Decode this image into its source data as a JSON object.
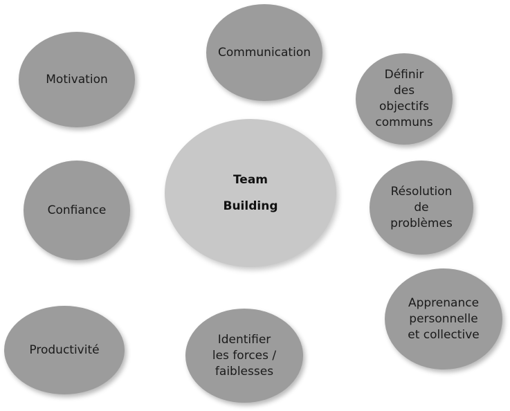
{
  "diagram": {
    "center": {
      "label": "Team\nBuilding"
    },
    "nodes": [
      {
        "id": "communication",
        "label": "Communication"
      },
      {
        "id": "motivation",
        "label": "Motivation"
      },
      {
        "id": "objectifs",
        "label": "Définir\ndes\nobjectifs\ncommuns"
      },
      {
        "id": "confiance",
        "label": "Confiance"
      },
      {
        "id": "resolution",
        "label": "Résolution\nde\nproblèmes"
      },
      {
        "id": "apprenance",
        "label": "Apprenance\npersonnelle\net collective"
      },
      {
        "id": "productivite",
        "label": "Productivité"
      },
      {
        "id": "identifier",
        "label": "Identifier\nles forces /\nfaiblesses"
      }
    ]
  },
  "colors": {
    "outer_bubble": "#9c9c9c",
    "center_bubble": "#c8c8c8",
    "text": "#1a1a1a",
    "background": "#ffffff"
  }
}
